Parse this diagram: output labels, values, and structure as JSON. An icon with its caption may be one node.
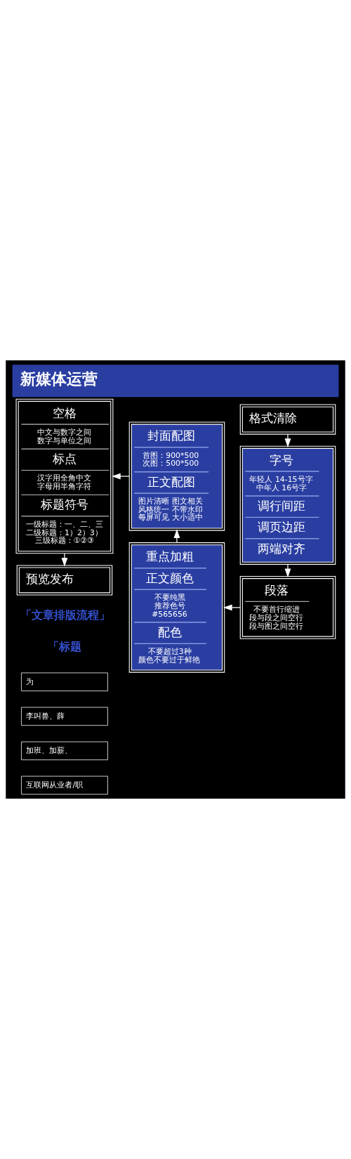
{
  "diagram": {
    "title": "新媒体运营",
    "nodes": [
      {
        "text": [
          "格式清除"
        ]
      },
      {
        "text": [
          "字号",
          "年轻人 14-15号字",
          "中年人 16号字",
          "调行间距",
          "调页边距",
          "两端对齐"
        ]
      },
      {
        "text": [
          "段落",
          "不要首行缩进",
          "段与段之间空行",
          "段与图之间空行"
        ]
      },
      {
        "text": [
          "重点加粗",
          "正文颜色",
          "不要纯黑",
          "推荐色号",
          "#565656",
          "配色",
          "不要超过3种",
          "颜色不要过于鲜艳"
        ]
      },
      {
        "text": [
          "封面配图",
          "首图：900*500",
          "次图：500*500",
          "正文配图",
          "图片清晰 图文相关",
          "风格统一 不带水印",
          "每屏可见 大小适中"
        ]
      },
      {
        "text": [
          "空格",
          "中文与数字之间",
          "数字与单位之间",
          "标点",
          "汉字用全角中文",
          "字母用半角字符",
          "标题符号",
          "一级标题：一、二、三",
          "二级标题：1）2）3）",
          "三级标题：①②③"
        ]
      },
      {
        "text": [
          "预览发布"
        ]
      }
    ],
    "edges": [
      {
        "from": 0,
        "to": 1,
        "arrow": "to"
      },
      {
        "from": 1,
        "to": 2,
        "arrow": "to"
      },
      {
        "from": 2,
        "to": 3,
        "arrow": "to"
      },
      {
        "from": 3,
        "to": 4,
        "arrow": "to"
      },
      {
        "from": 4,
        "to": 5,
        "arrow": "to"
      },
      {
        "from": 5,
        "to": 6,
        "arrow": "to"
      }
    ],
    "labels": [
      "「文章排版流程」",
      "「标题",
      "为",
      "李叫兽、薛",
      "加班、加薪、",
      "互联网从业者/职"
    ]
  }
}
